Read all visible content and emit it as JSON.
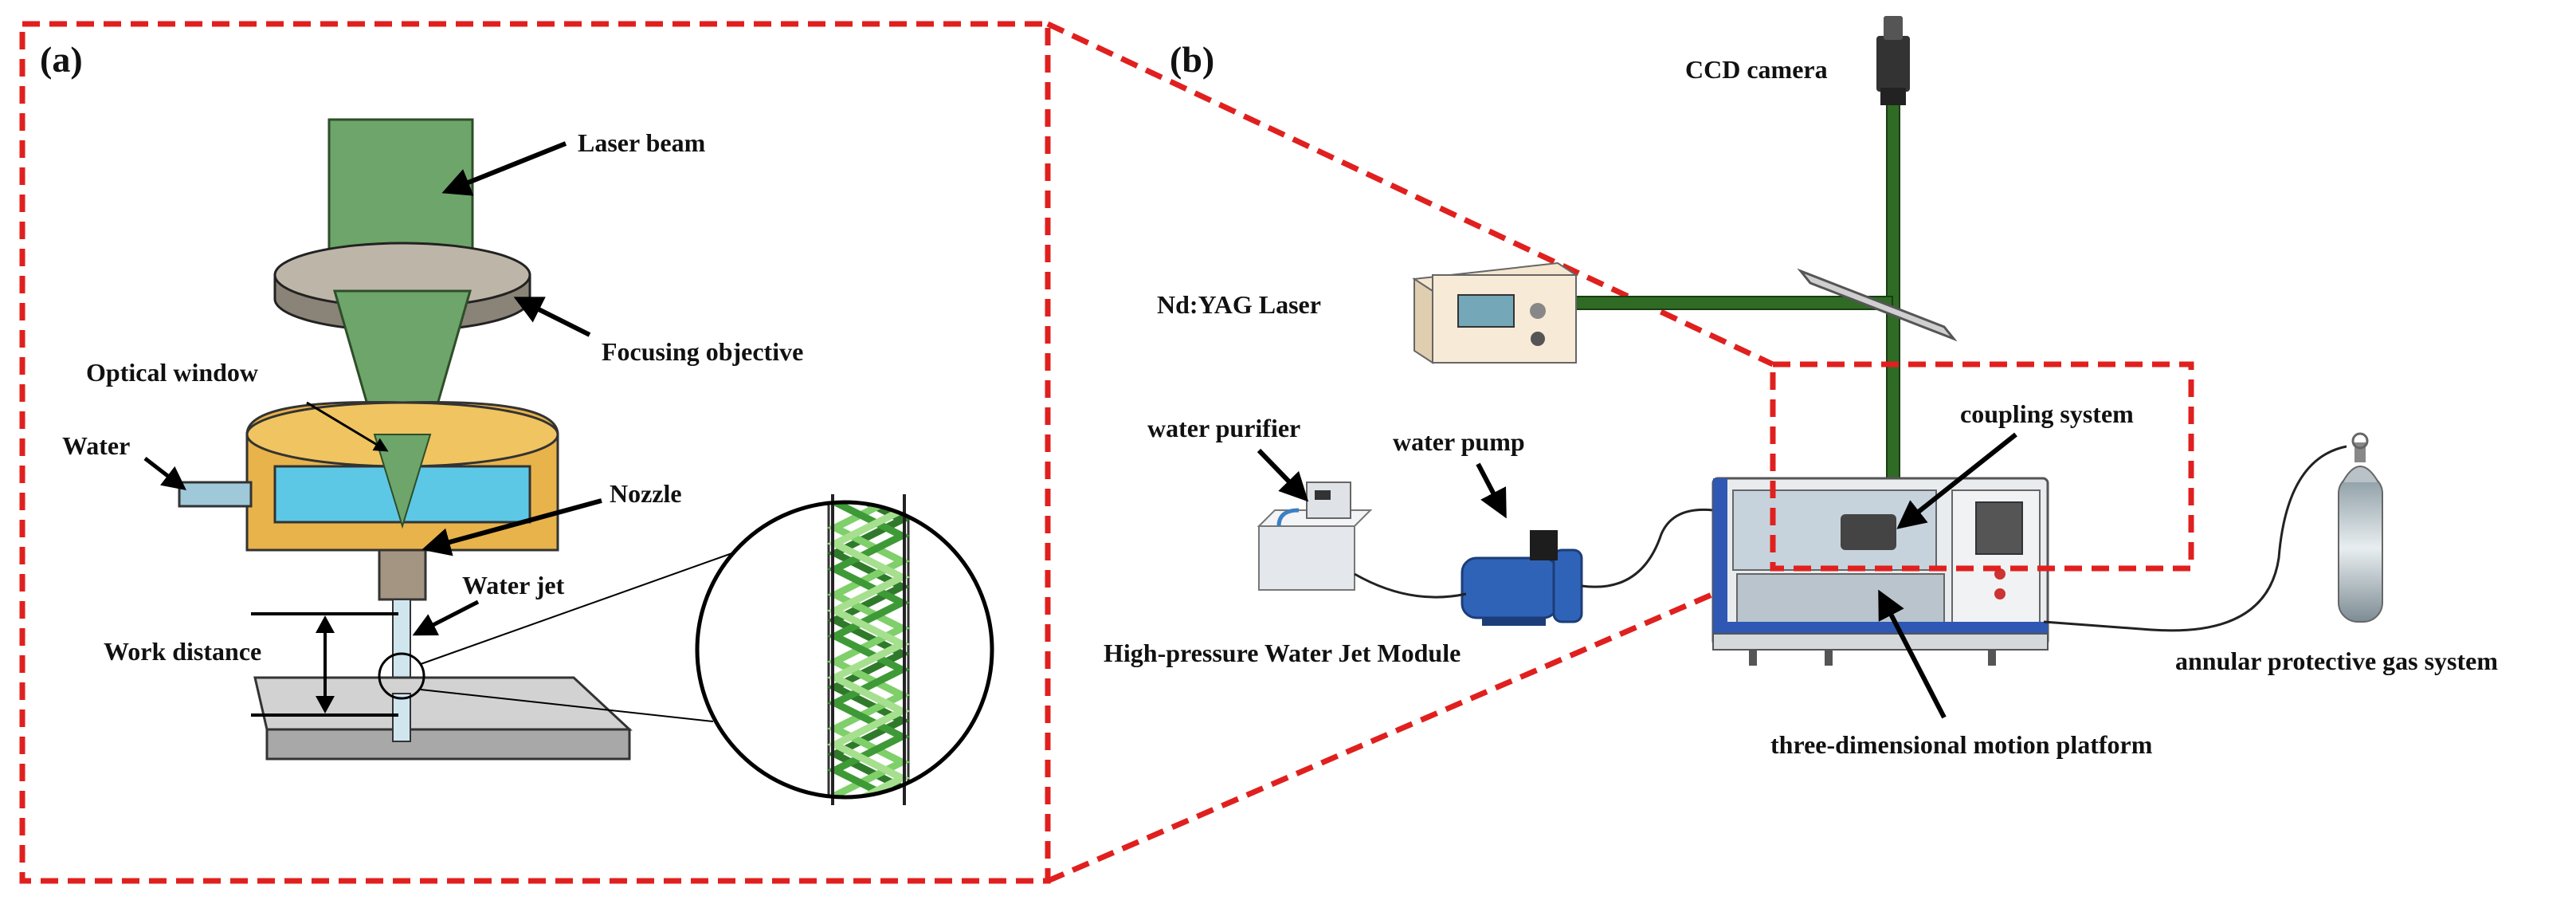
{
  "panel_a": {
    "tag": "(a)",
    "labels": {
      "laser_beam": "Laser beam",
      "focusing_objective": "Focusing objective",
      "optical_window": "Optical window",
      "water": "Water",
      "nozzle": "Nozzle",
      "water_jet": "Water jet",
      "work_distance": "Work distance"
    }
  },
  "panel_b": {
    "tag": "(b)",
    "labels": {
      "ccd_camera": "CCD camera",
      "nd_yag_laser": "Nd:YAG  Laser",
      "coupling_system": "coupling system",
      "water_purifier": "water purifier",
      "water_pump": "water pump",
      "water_jet_module": "High-pressure Water Jet Module",
      "motion_platform": "three-dimensional motion platform",
      "gas_system": "annular protective gas system"
    }
  },
  "colors": {
    "laser_green": "#5e9e5e",
    "beam_dark_green": "#2f6b25",
    "water_blue": "#5cc8e6",
    "housing_orange": "#e8b34a",
    "dashed_red": "#e0201e"
  }
}
